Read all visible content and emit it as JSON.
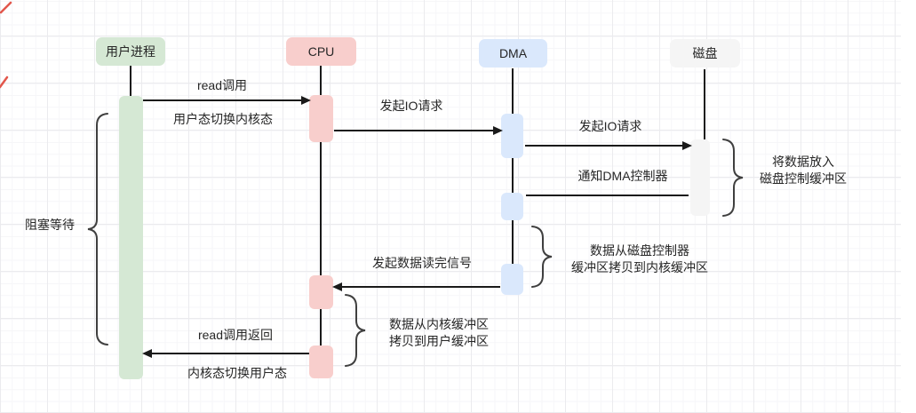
{
  "lifelines": {
    "user_process": {
      "label": "用户进程"
    },
    "cpu": {
      "label": "CPU"
    },
    "dma": {
      "label": "DMA"
    },
    "disk": {
      "label": "磁盘"
    }
  },
  "messages": {
    "read_call": {
      "label": "read调用",
      "sublabel": "用户态切换内核态"
    },
    "io_request_cpu_to_dma": {
      "label": "发起IO请求"
    },
    "io_request_dma_to_disk": {
      "label": "发起IO请求"
    },
    "notify_dma_controller": {
      "label": "通知DMA控制器"
    },
    "read_done_signal": {
      "label": "发起数据读完信号"
    },
    "read_return": {
      "label": "read调用返回",
      "sublabel": "内核态切换用户态"
    }
  },
  "annotations": {
    "blocking_wait": {
      "label": "阻塞等待"
    },
    "disk_buffer_note": {
      "line1": "将数据放入",
      "line2": "磁盘控制缓冲区"
    },
    "dma_copy_note": {
      "line1": "数据从磁盘控制器",
      "line2": "缓冲区拷贝到内核缓冲区"
    },
    "cpu_copy_note": {
      "line1": "数据从内核缓冲区",
      "line2": "拷贝到用户缓冲区"
    }
  },
  "colors": {
    "user_process_fill": "#d5e8d4",
    "cpu_fill": "#f8cecc",
    "dma_fill": "#dae8fc",
    "disk_fill": "#f5f5f5",
    "stroke": "#1a1a1a",
    "grid_major": "#ebebee",
    "grid_minor": "#f6f6f8",
    "edge_mark": "#e2574c"
  }
}
